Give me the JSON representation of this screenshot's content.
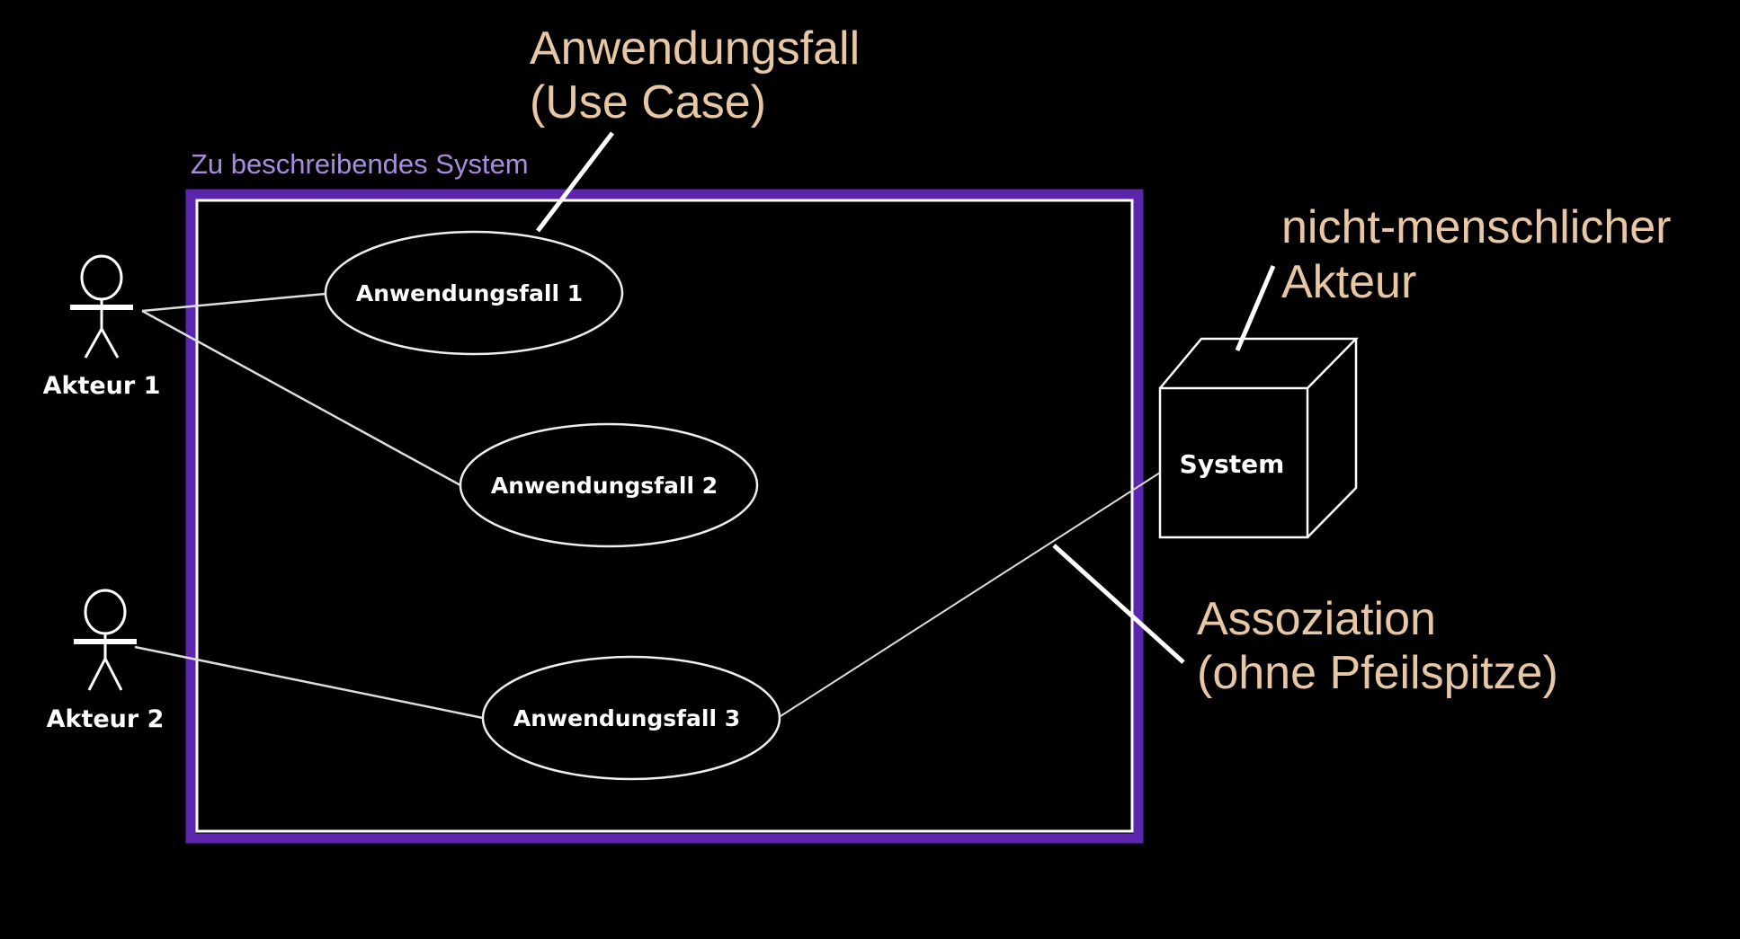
{
  "diagram": {
    "system_label": "Zu beschreibendes System",
    "use_cases": [
      {
        "label": "Anwendungsfall 1"
      },
      {
        "label": "Anwendungsfall 2"
      },
      {
        "label": "Anwendungsfall 3"
      }
    ],
    "actors": [
      {
        "label": "Akteur 1"
      },
      {
        "label": "Akteur 2"
      }
    ],
    "node_label": "System",
    "annotations": {
      "use_case_line1": "Anwendungsfall",
      "use_case_line2": "(Use Case)",
      "nonhuman_line1": "nicht-menschlicher",
      "nonhuman_line2": "Akteur",
      "assoc_line1": "Assoziation",
      "assoc_line2": "(ohne Pfeilspitze)"
    },
    "colors": {
      "background": "#000000",
      "system_border": "#5B25AE",
      "annotation": "#E8C8A4",
      "system_label": "#A98BE0"
    }
  }
}
